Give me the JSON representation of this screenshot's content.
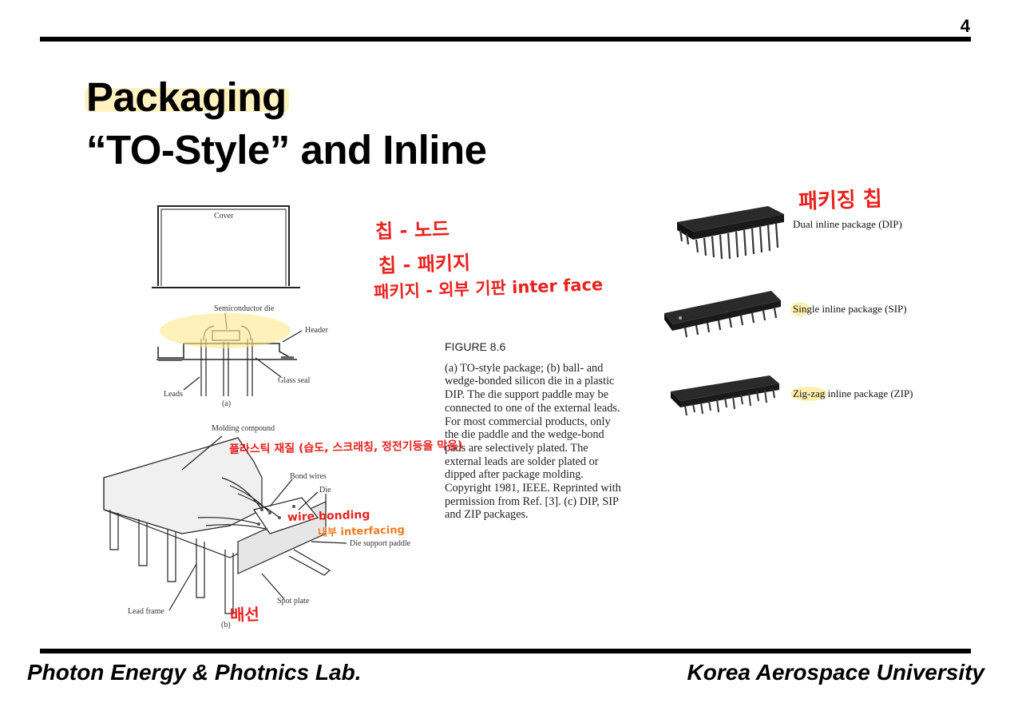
{
  "slide": {
    "page_number": "4",
    "title_line1": "Packaging",
    "title_line2": "“TO-Style” and Inline"
  },
  "figure_a": {
    "cover": "Cover",
    "semiconductor_die": "Semiconductor die",
    "header": "Header",
    "glass_seal": "Glass seal",
    "leads": "Leads",
    "panel": "(a)"
  },
  "figure_b": {
    "molding_compound": "Molding compound",
    "bond_wires": "Bond wires",
    "die": "Die",
    "die_support_paddle": "Die support paddle",
    "spot_plate": "Spot plate",
    "lead_frame": "Lead frame",
    "panel": "(b)"
  },
  "packages": [
    {
      "label": "Dual inline package (DIP)"
    },
    {
      "label": "Single inline package (SIP)"
    },
    {
      "label": "Zig-zag inline package (ZIP)"
    }
  ],
  "caption": {
    "heading": "FIGURE 8.6",
    "body": "(a) TO-style package; (b) ball- and wedge-bonded silicon die in a plastic DIP. The die support paddle may be connected to one of the external leads. For most commercial products, only the die paddle and the wedge-bond pads are selectively plated. The external leads are solder plated or dipped after package molding. Copyright 1981, IEEE. Reprinted with permission from Ref. [3]. (c) DIP, SIP and ZIP packages."
  },
  "annotations": {
    "packaging_chip": "패키징 칩",
    "chip_node": "칩 - 노드",
    "chip_package": "칩 - 패키지",
    "package_interface": "패키지 - 외부 기판 inter face",
    "plastic_material": "플라스틱 재질 (습도, 스크래칭, 정전기등을 막음)",
    "wire_bonding": "wire bonding",
    "interfacing": "내부 interfacing",
    "wiring": "배선"
  },
  "footer": {
    "left": "Photon Energy & Photnics Lab.",
    "right": "Korea Aerospace University"
  },
  "colors": {
    "annotation_red": "#e8221e",
    "annotation_orange": "#f07b1d",
    "highlight_yellow": "#ffe88c"
  }
}
